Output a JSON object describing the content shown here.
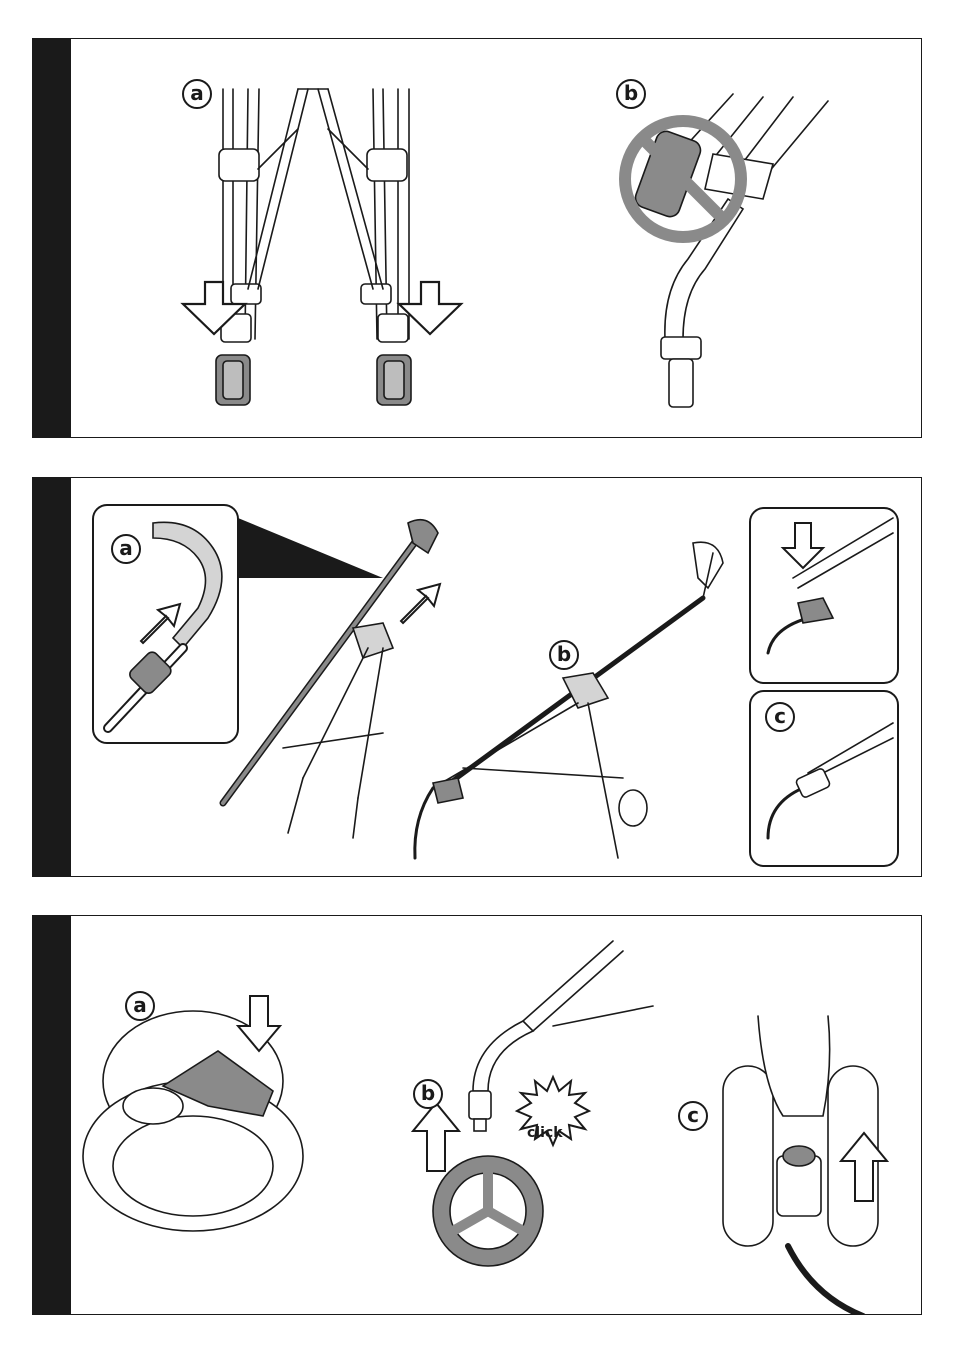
{
  "panels": [
    {
      "steps": [
        "a",
        "b"
      ]
    },
    {
      "steps": [
        "a",
        "b",
        "c"
      ]
    },
    {
      "steps": [
        "a",
        "b",
        "c"
      ],
      "click_text": "click"
    }
  ],
  "colors": {
    "ink": "#1a1a1a",
    "gray": "#8a8a8a",
    "light_gray": "#d4d4d4"
  }
}
